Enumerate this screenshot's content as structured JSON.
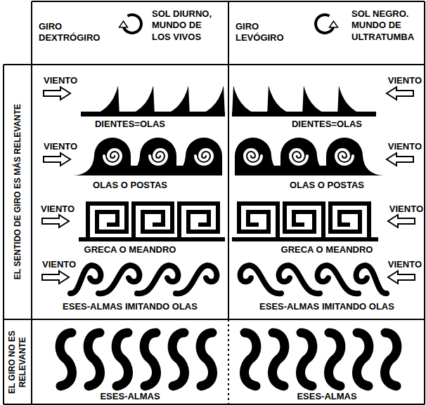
{
  "diagram": {
    "labels": [
      "GIRO DEXTRÓGIRO",
      "SOL DIURNO, MUNDO DE LOS VIVOS",
      "GIRO LEVÓGIRO",
      "SOL NEGRO. MUNDO DE ULTRATUMBA",
      "EL SENTIDO DE GIRO ES MÁS RELEVANTE",
      "VIENTO",
      "VIENTO",
      "DIENTES=OLAS",
      "DIENTES=OLAS",
      "VIENTO",
      "VIENTO",
      "OLAS O POSTAS",
      "OLAS O POSTAS",
      "VIENTO",
      "VIENTO",
      "GRECA O MEANDRO",
      "GRECA O MEANDRO",
      "VIENTO",
      "VIENTO",
      "ESES-ALMAS IMITANDO OLAS",
      "ESES-ALMAS IMITANDO OLAS",
      "EL GIRO NO ES RELEVANTE",
      "ESES-ALMAS",
      "ESES-ALMAS"
    ]
  }
}
